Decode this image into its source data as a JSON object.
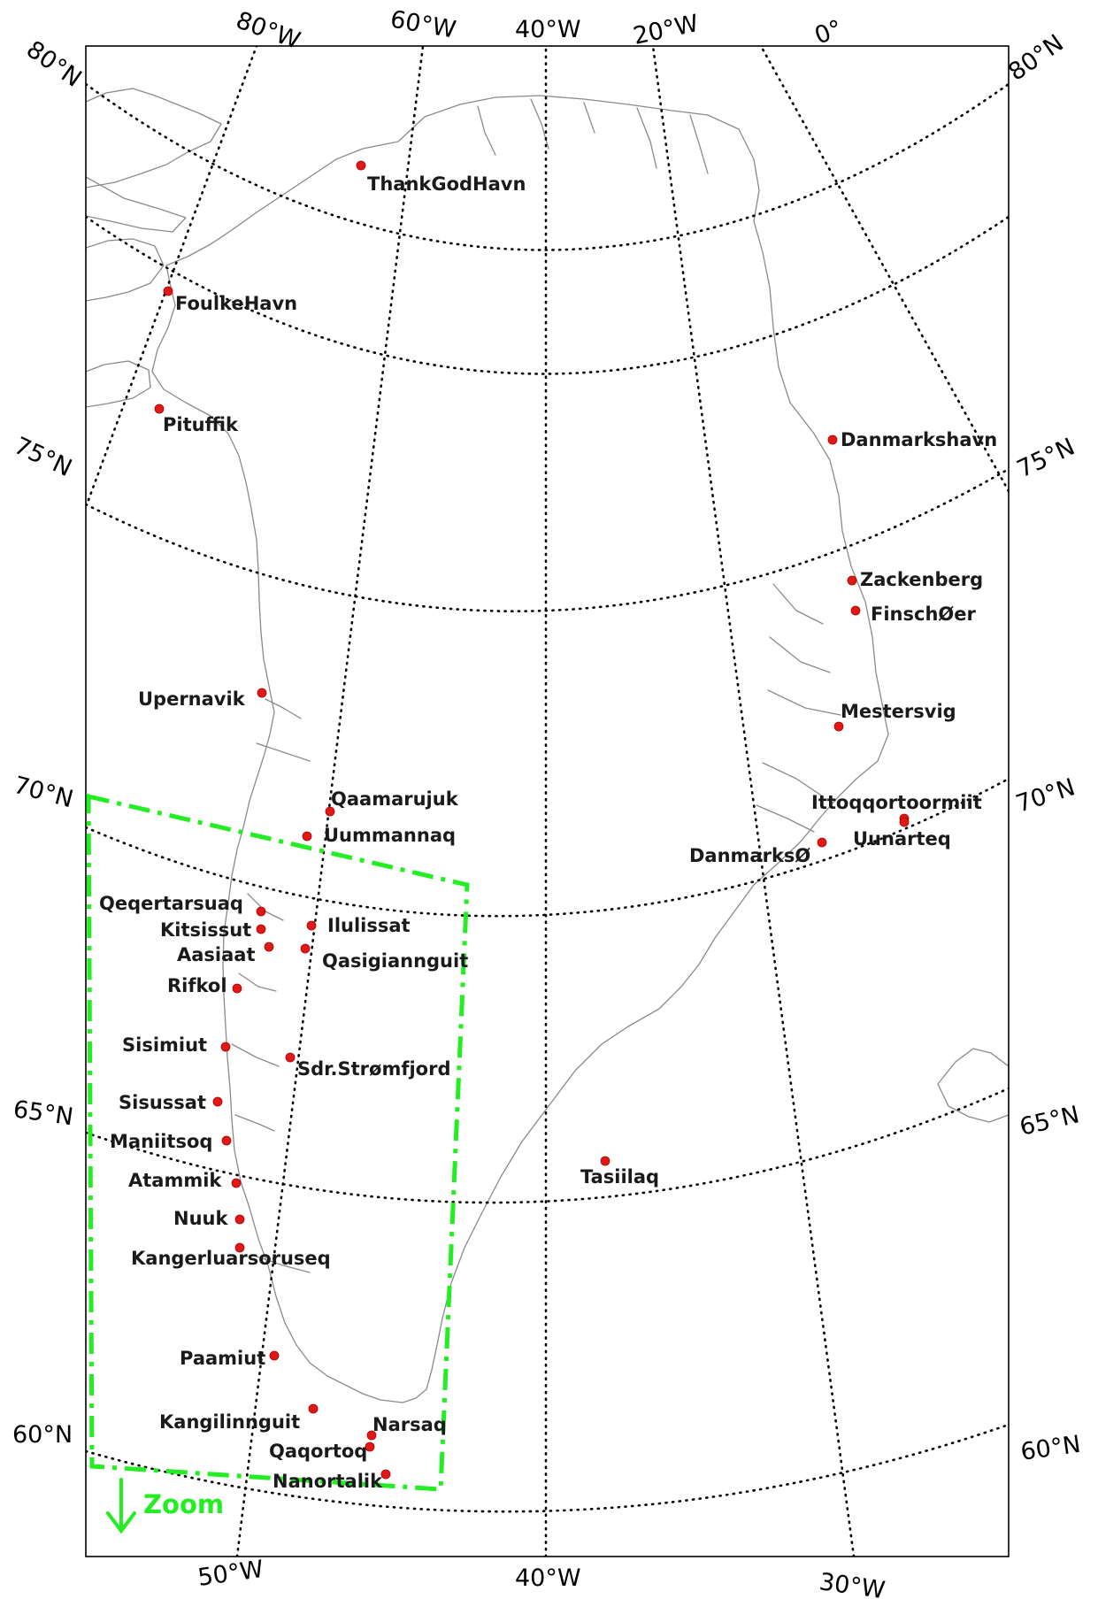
{
  "graticule_labels": [
    {
      "id": "top-80n",
      "text": "80°N"
    },
    {
      "id": "top-80w",
      "text": "80°W"
    },
    {
      "id": "top-60w",
      "text": "60°W"
    },
    {
      "id": "top-40w",
      "text": "40°W"
    },
    {
      "id": "top-20w",
      "text": "20°W"
    },
    {
      "id": "top-0",
      "text": "0°"
    },
    {
      "id": "right-80n",
      "text": "80°N"
    },
    {
      "id": "left-75n",
      "text": "75°N"
    },
    {
      "id": "right-75n",
      "text": "75°N"
    },
    {
      "id": "left-70n",
      "text": "70°N"
    },
    {
      "id": "right-70n",
      "text": "70°N"
    },
    {
      "id": "left-65n",
      "text": "65°N"
    },
    {
      "id": "right-65n",
      "text": "65°N"
    },
    {
      "id": "left-60n",
      "text": "60°N"
    },
    {
      "id": "right-60n",
      "text": "60°N"
    },
    {
      "id": "bottom-50w",
      "text": "50°W"
    },
    {
      "id": "bottom-40w",
      "text": "40°W"
    },
    {
      "id": "bottom-30w",
      "text": "30°W"
    }
  ],
  "stations": [
    {
      "name": "ThankGodHavn"
    },
    {
      "name": "FoulkeHavn"
    },
    {
      "name": "Pituffik"
    },
    {
      "name": "Danmarkshavn"
    },
    {
      "name": "Zackenberg"
    },
    {
      "name": "FinschØer"
    },
    {
      "name": "Upernavik"
    },
    {
      "name": "Mestersvig"
    },
    {
      "name": "Qaamarujuk"
    },
    {
      "name": "Ittoqqortoormiit"
    },
    {
      "name": "Uummannaq"
    },
    {
      "name": "Uunarteq"
    },
    {
      "name": "DanmarksØ"
    },
    {
      "name": "Qeqertarsuaq"
    },
    {
      "name": "Ilulissat"
    },
    {
      "name": "Kitsissut"
    },
    {
      "name": "Aasiaat"
    },
    {
      "name": "Qasigiannguit"
    },
    {
      "name": "Rifkol"
    },
    {
      "name": "Sisimiut"
    },
    {
      "name": "Sdr.Strømfjord"
    },
    {
      "name": "Sisussat"
    },
    {
      "name": "Maniitsoq"
    },
    {
      "name": "Atammik"
    },
    {
      "name": "Tasiilaq"
    },
    {
      "name": "Nuuk"
    },
    {
      "name": "Kangerluarsoruseq"
    },
    {
      "name": "Paamiut"
    },
    {
      "name": "Kangilinnguit"
    },
    {
      "name": "Narsaq"
    },
    {
      "name": "Qaqortoq"
    },
    {
      "name": "Nanortalik"
    }
  ],
  "zoom": {
    "label": "Zoom",
    "color": "#22ee22"
  },
  "colors": {
    "station": "#e01818",
    "coastline": "#8a8a8a",
    "graticule": "#000000"
  }
}
